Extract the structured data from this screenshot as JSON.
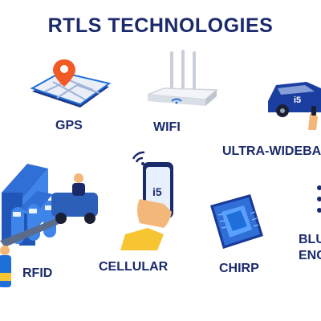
{
  "title": "RTLS TECHNOLOGIES",
  "technologies": [
    {
      "label": "GPS",
      "icon": "gps-map-pin-icon"
    },
    {
      "label": "WIFI",
      "icon": "wifi-router-icon"
    },
    {
      "label": "ULTRA-WIDEBA",
      "icon": "car-with-tag-icon"
    },
    {
      "label": "RFID",
      "icon": "rfid-conveyor-icon"
    },
    {
      "label": "CELLULAR",
      "icon": "phone-in-hand-icon"
    },
    {
      "label": "CHIRP",
      "icon": "chip-icon"
    },
    {
      "label_line1": "BLU",
      "label_line2": "ENG",
      "icon": "bluetooth-partial-icon"
    }
  ],
  "colors": {
    "navy": "#1b2a6b",
    "blue": "#1e6fd9",
    "pin_orange": "#f15a24",
    "hand_skin": "#f4b77a",
    "sleeve_yellow": "#f7c531"
  }
}
